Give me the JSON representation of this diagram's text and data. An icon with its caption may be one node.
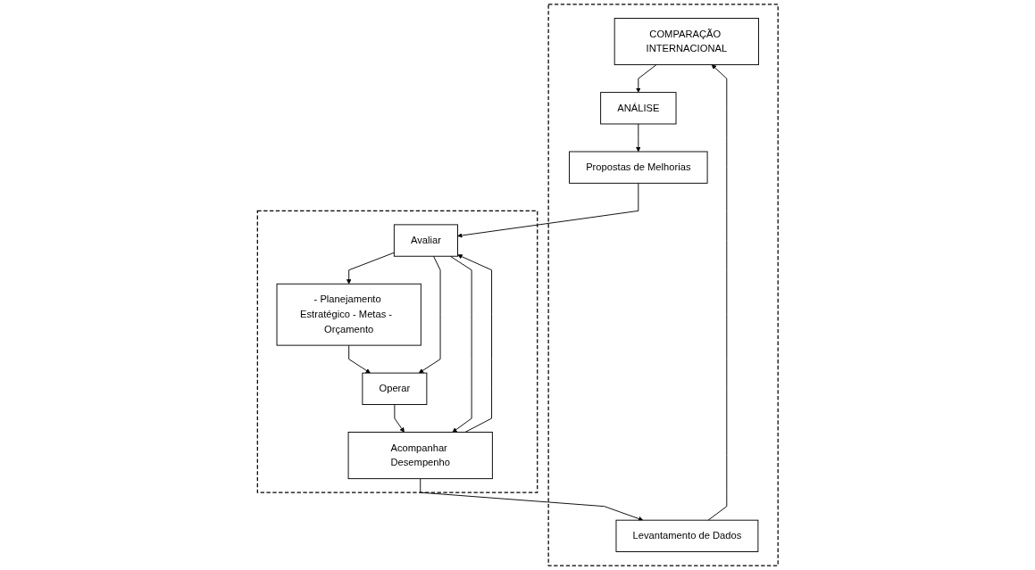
{
  "diagram": {
    "nodes": [
      {
        "text": [],
        "shape": "box"
      },
      {
        "text": [
          "COMPARAÇÃO INTERNACIONAL"
        ],
        "in": 0
      },
      {
        "text": [
          "ANÁLISE"
        ],
        "in": 0
      },
      {
        "text": [
          "Levantamento de Dados"
        ],
        "in": 0
      },
      {
        "text": [
          "Propostas de Melhorias"
        ],
        "in": 0
      },
      {
        "text": [],
        "shape": "box"
      },
      {
        "text": [
          "- Planejamento Estratégico - Metas -  Orçamento"
        ],
        "in": 5
      },
      {
        "text": [
          "Operar"
        ],
        "in": 5
      },
      {
        "text": [
          "Acompanhar Desempenho"
        ],
        "in": 5
      },
      {
        "text": [
          "Avaliar"
        ],
        "in": 5
      }
    ],
    "edges": [
      {
        "from": 3,
        "to": 1,
        "arrow": "to"
      },
      {
        "from": 1,
        "to": 2,
        "arrow": "to"
      },
      {
        "from": 2,
        "to": 4,
        "arrow": "to"
      },
      {
        "from": 4,
        "to": 9,
        "arrow": "to"
      },
      {
        "from": 8,
        "to": 3,
        "arrow": "to"
      },
      {
        "from": 6,
        "to": 7,
        "arrow": "to"
      },
      {
        "from": 7,
        "to": 8,
        "arrow": "to"
      },
      {
        "from": 8,
        "to": 9,
        "arrow": "to"
      },
      {
        "from": 9,
        "to": 6,
        "arrow": "to"
      },
      {
        "from": 9,
        "to": 7,
        "arrow": "to"
      },
      {
        "from": 9,
        "to": 8,
        "arrow": "to"
      }
    ]
  }
}
